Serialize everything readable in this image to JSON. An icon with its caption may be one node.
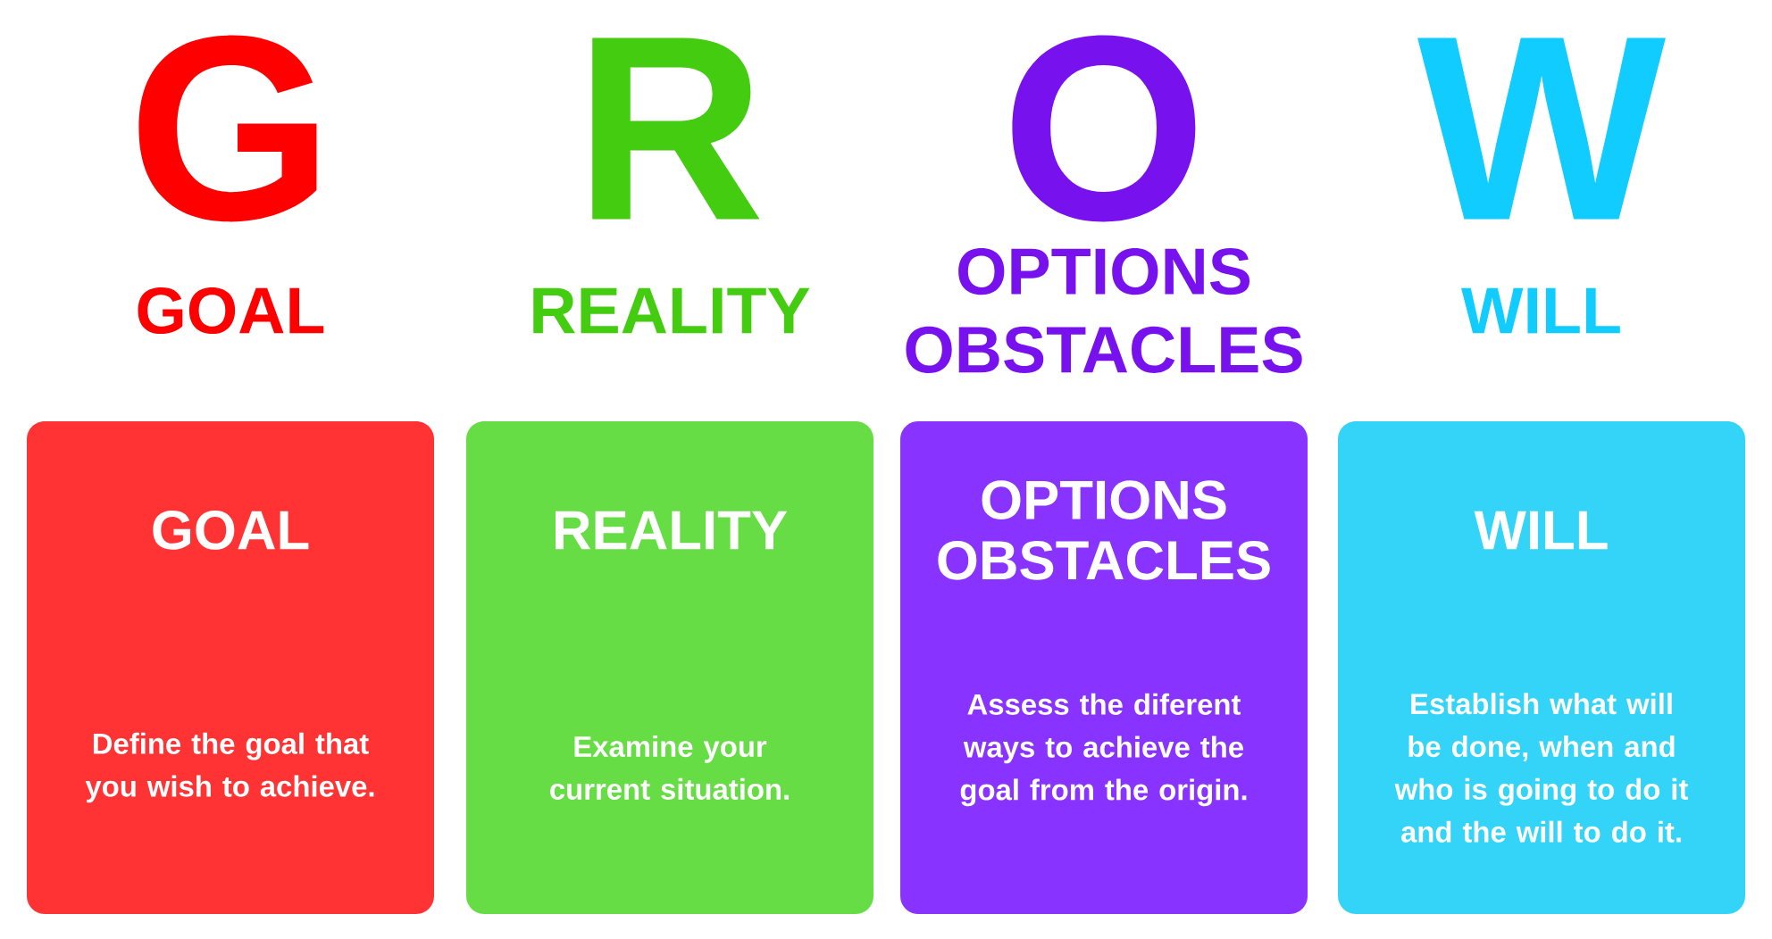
{
  "diagram": {
    "nodes": [
      {
        "text": [
          "GOAL",
          "Define the goal that you wish to achieve."
        ]
      },
      {
        "text": [
          "REALITY",
          "Examine your current situation."
        ]
      },
      {
        "text": [
          "OPTIONS OBSTACLES",
          "Assess the diferent ways to achieve the goal from the origin."
        ]
      },
      {
        "text": [
          "WILL",
          "Establish what will be done, when and who is going to do it and the will to do it."
        ]
      }
    ],
    "labels": [
      "G",
      "R",
      "O",
      "W",
      "GOAL",
      "REALITY",
      "OPTIONS OBSTACLES",
      "WILL"
    ]
  }
}
